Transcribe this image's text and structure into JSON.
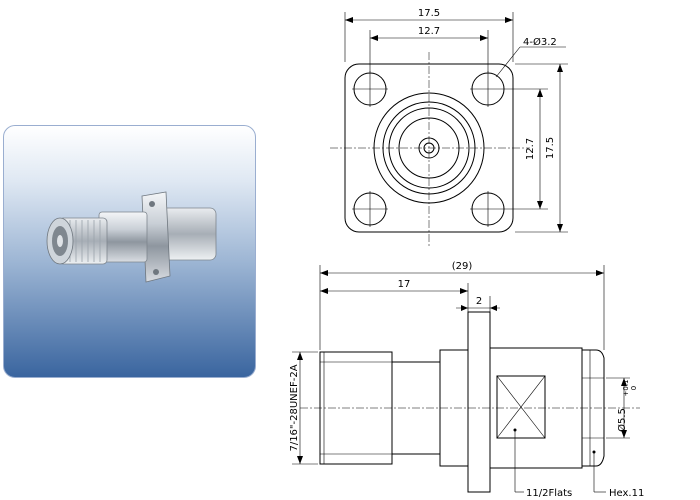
{
  "front_view": {
    "overall_width": "17.5",
    "hole_spacing_width": "12.7",
    "hole_spec": "4-Ø3.2",
    "hole_spacing_height": "12.7",
    "overall_height": "17.5"
  },
  "side_view": {
    "total_length": "(29)",
    "length_to_flange": "17",
    "flange_thickness": "2",
    "thread_spec": "7/16\"-28UNEF-2A",
    "pin_diameter": "Ø5.5",
    "pin_tolerance_upper": "+0.1",
    "pin_tolerance_lower": "0",
    "flats_label": "11/2Flats",
    "hex_label": "Hex.11"
  },
  "colors": {
    "panel_top": "#ffffff",
    "panel_bottom": "#3a659f",
    "line": "#000000"
  }
}
